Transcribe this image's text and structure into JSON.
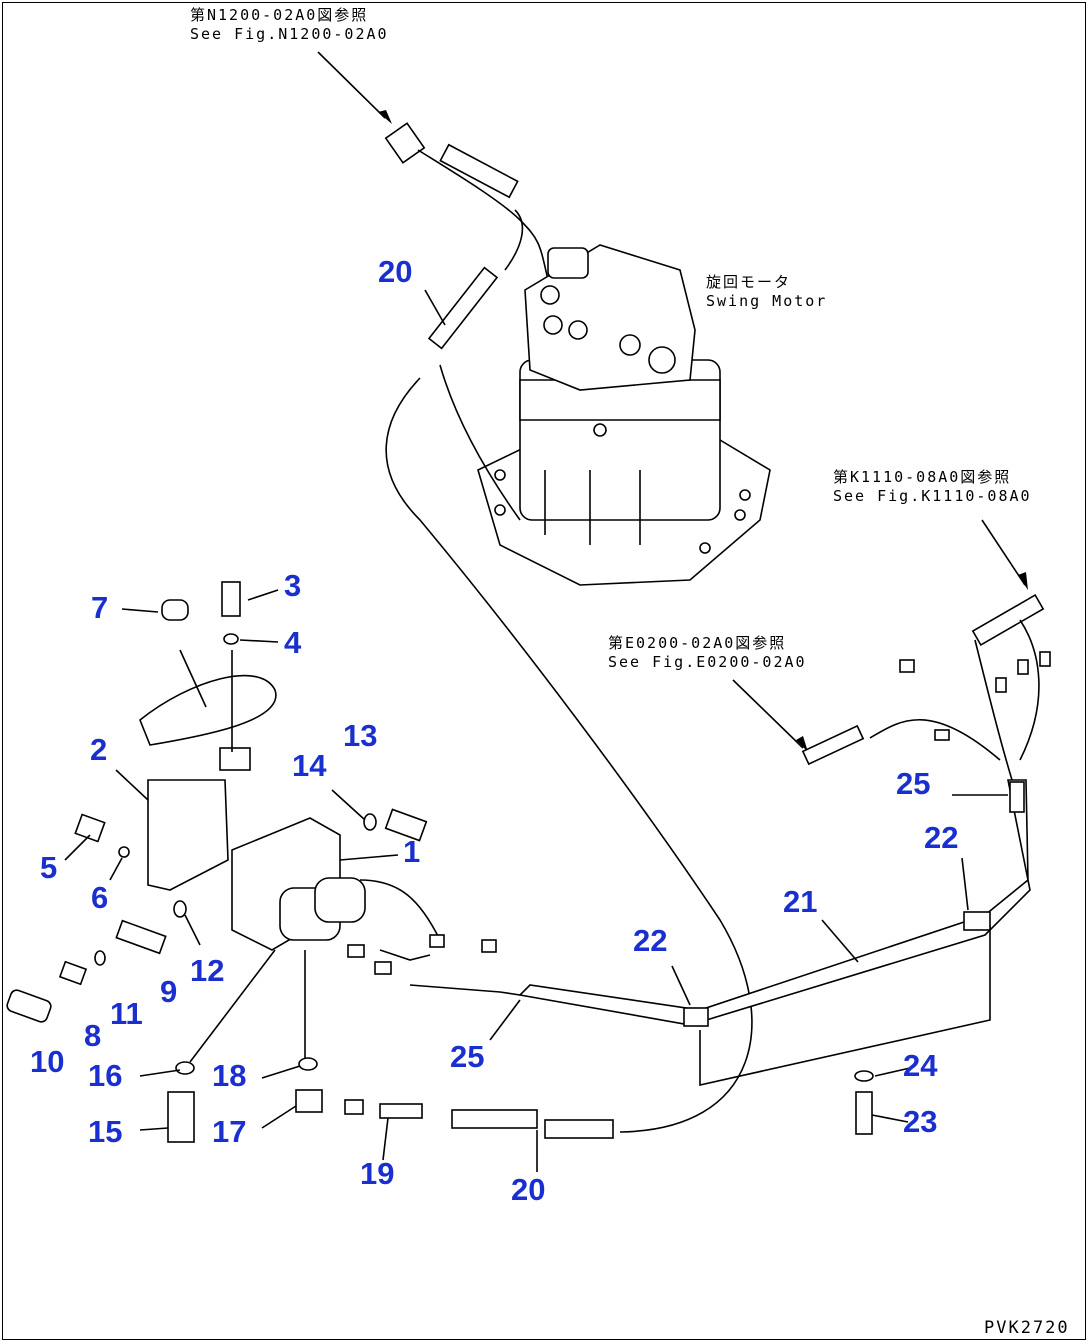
{
  "references": [
    {
      "ja": "第N1200-02A0図参照",
      "en": "See Fig.N1200-02A0"
    },
    {
      "ja": "第K1110-08A0図参照",
      "en": "See Fig.K1110-08A0"
    },
    {
      "ja": "第E0200-02A0図参照",
      "en": "See Fig.E0200-02A0"
    }
  ],
  "component_label": {
    "ja": "旋回モータ",
    "en": "Swing Motor"
  },
  "callouts": [
    "1",
    "2",
    "3",
    "4",
    "5",
    "6",
    "7",
    "8",
    "9",
    "10",
    "11",
    "12",
    "13",
    "14",
    "15",
    "16",
    "17",
    "18",
    "19",
    "20",
    "20",
    "21",
    "22",
    "22",
    "23",
    "24",
    "25",
    "25"
  ],
  "drawing_code": "PVK2720",
  "colors": {
    "callout": "#1a2fcf",
    "line": "#000000",
    "background": "#ffffff"
  }
}
